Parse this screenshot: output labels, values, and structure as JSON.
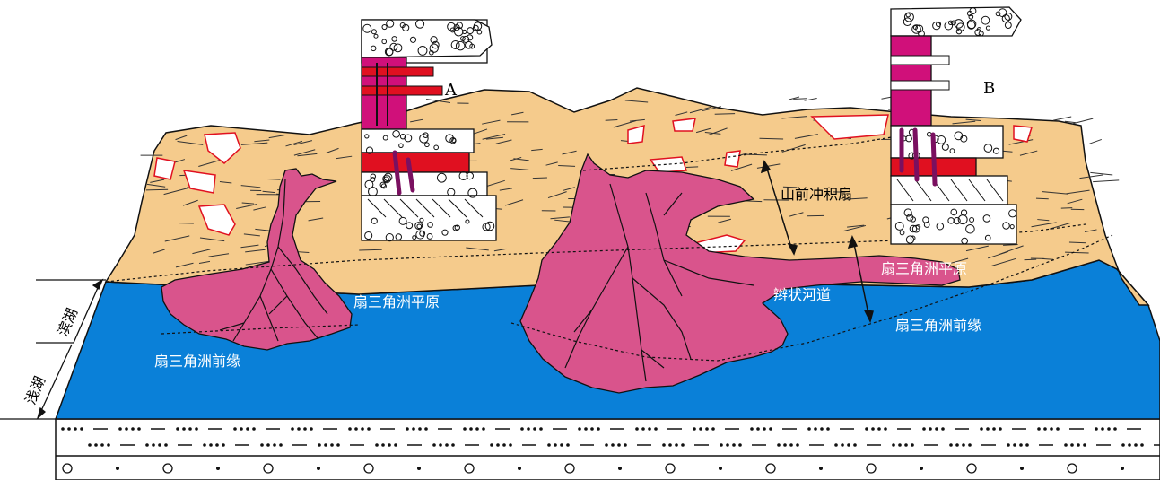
{
  "labels": {
    "alluvial_fan": "山前冲积扇",
    "fan_delta_plain_left": "扇三角洲平原",
    "fan_delta_plain_right": "扇三角洲平原",
    "braided_channel": "辫状河道",
    "fan_delta_front_left": "扇三角洲前缘",
    "fan_delta_front_right": "扇三角洲前缘",
    "shore_lake": "滨湖",
    "shallow_lake": "浅湖",
    "column_a": "A",
    "column_b": "B"
  },
  "colors": {
    "lake": "#0a80d8",
    "alluvial": "#f5cb8c",
    "fan_delta": "#d9548c",
    "column_magenta": "#d0107a",
    "column_red": "#e01020",
    "outline": "#111111"
  }
}
